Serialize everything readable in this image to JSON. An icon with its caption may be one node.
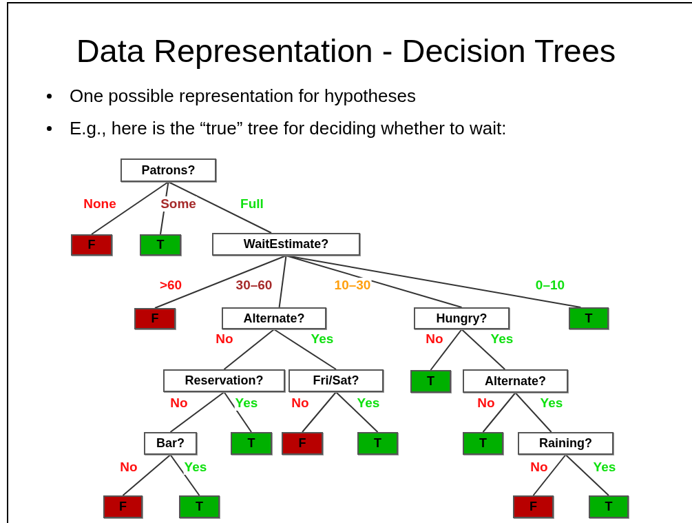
{
  "diagram": {
    "title": "Data Representation - Decision Trees",
    "nodes": [
      {
        "text": [
          "Patrons?"
        ]
      },
      {
        "text": [
          "F"
        ]
      },
      {
        "text": [
          "T"
        ]
      },
      {
        "text": [
          "WaitEstimate?"
        ]
      },
      {
        "text": [
          "F"
        ]
      },
      {
        "text": [
          "Alternate?"
        ]
      },
      {
        "text": [
          "Hungry?"
        ]
      },
      {
        "text": [
          "T"
        ]
      },
      {
        "text": [
          "Reservation?"
        ]
      },
      {
        "text": [
          "Fri/Sat?"
        ]
      },
      {
        "text": [
          "T"
        ]
      },
      {
        "text": [
          "Alternate?"
        ]
      },
      {
        "text": [
          "Bar?"
        ]
      },
      {
        "text": [
          "T"
        ]
      },
      {
        "text": [
          "F"
        ]
      },
      {
        "text": [
          "T"
        ]
      },
      {
        "text": [
          "T"
        ]
      },
      {
        "text": [
          "Raining?"
        ]
      },
      {
        "text": [
          "F"
        ]
      },
      {
        "text": [
          "T"
        ]
      },
      {
        "text": [
          "F"
        ]
      },
      {
        "text": [
          "T"
        ]
      }
    ],
    "edges": [
      {
        "from": 0,
        "to": 1,
        "arrow": "none",
        "label": "None"
      },
      {
        "from": 0,
        "to": 2,
        "arrow": "none",
        "label": "Some"
      },
      {
        "from": 0,
        "to": 3,
        "arrow": "none",
        "label": "Full"
      },
      {
        "from": 3,
        "to": 4,
        "arrow": "none",
        "label": ">60"
      },
      {
        "from": 3,
        "to": 5,
        "arrow": "none",
        "label": "30–60"
      },
      {
        "from": 3,
        "to": 6,
        "arrow": "none",
        "label": "10–30"
      },
      {
        "from": 3,
        "to": 7,
        "arrow": "none",
        "label": "0–10"
      },
      {
        "from": 5,
        "to": 8,
        "arrow": "none",
        "label": "No"
      },
      {
        "from": 5,
        "to": 9,
        "arrow": "none",
        "label": "Yes"
      },
      {
        "from": 6,
        "to": 10,
        "arrow": "none",
        "label": "No"
      },
      {
        "from": 6,
        "to": 11,
        "arrow": "none",
        "label": "Yes"
      },
      {
        "from": 8,
        "to": 12,
        "arrow": "none",
        "label": "No"
      },
      {
        "from": 8,
        "to": 13,
        "arrow": "none",
        "label": "Yes"
      },
      {
        "from": 9,
        "to": 14,
        "arrow": "none",
        "label": "No"
      },
      {
        "from": 9,
        "to": 15,
        "arrow": "none",
        "label": "Yes"
      },
      {
        "from": 11,
        "to": 16,
        "arrow": "none",
        "label": "No"
      },
      {
        "from": 11,
        "to": 17,
        "arrow": "none",
        "label": "Yes"
      },
      {
        "from": 12,
        "to": 18,
        "arrow": "none",
        "label": "No"
      },
      {
        "from": 12,
        "to": 19,
        "arrow": "none",
        "label": "Yes"
      },
      {
        "from": 17,
        "to": 20,
        "arrow": "none",
        "label": "No"
      },
      {
        "from": 17,
        "to": 21,
        "arrow": "none",
        "label": "Yes"
      }
    ],
    "labels": [
      "One possible representation for hypotheses",
      "E.g., here is the “true” tree for deciding whether to wait:"
    ]
  }
}
